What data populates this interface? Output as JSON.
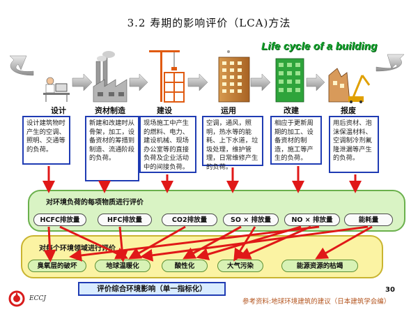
{
  "title": "3.2  寿期的影响评价（LCA)方法",
  "lifecycle_title": "Life cycle of a building",
  "stages": [
    {
      "label": "设计",
      "desc": "设计建筑物时产生的空调、照明、交通等的负荷。"
    },
    {
      "label": "资材制造",
      "desc": "新建和改建时从骨架，加工，设备资材的筹措到制造、流通阶段的负荷。"
    },
    {
      "label": "建设",
      "desc": "现场施工中产生的燃料、电力、建设机械、现场办公室等的直接负荷及企业活动中的间接负荷。"
    },
    {
      "label": "运用",
      "desc": "空调，通风，照明，热水等的能耗、上下水道，垃圾处理，维护管理，日常维修产生的负荷。"
    },
    {
      "label": "改建",
      "desc": "相应于更新周期的加工、设备资材的制造，施工等产生的负荷。"
    },
    {
      "label": "报废",
      "desc": "用后资材、泡沫保温材料、空调制冷剂氟隆泄漏等产生的负荷。"
    }
  ],
  "inventory_panel": {
    "title": "对环境负荷的每项物质进行评价",
    "items": [
      "HCFC排放量",
      "HFC排放量",
      "CO2排放量",
      "SO × 排放量",
      "NO × 排放量",
      "能耗量"
    ]
  },
  "impact_panel": {
    "title": "对每个环境领域进行评价",
    "items": [
      "臭氧层的破坏",
      "地球温暖化",
      "酸性化",
      "大气污染",
      "能源资源的枯竭"
    ]
  },
  "final_box": "评价综合环境影响（单一指标化）",
  "page_number": "30",
  "reference": "参考资料:地球环境建筑的建议（日本建筑学会编）",
  "logo_text": "ECCJ",
  "colors": {
    "desc_border": "#1f3bb3",
    "arrow_red": "#e01818",
    "lifecycle_green": "#11a22b",
    "panel_green": "#d9f3c4",
    "panel_yellow": "#fbf3a3"
  }
}
